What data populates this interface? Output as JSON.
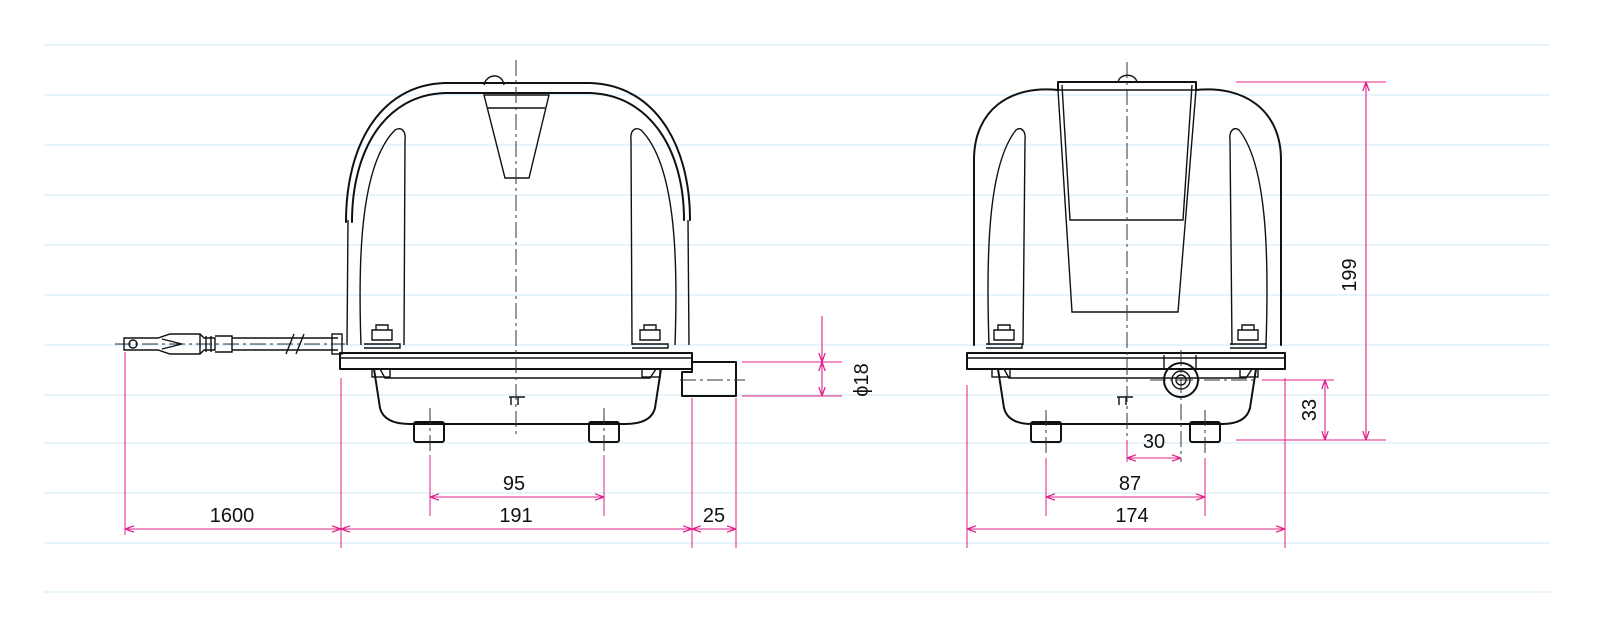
{
  "dimensions": {
    "cable_length": "1600",
    "body_width_side": "191",
    "foot_spacing_side": "95",
    "outlet_length": "25",
    "outlet_diameter": "ϕ18",
    "body_width_front": "174",
    "foot_spacing_front": "87",
    "outlet_offset": "30",
    "height": "199",
    "outlet_height": "33"
  },
  "colors": {
    "grid": "#cfe8f7",
    "dimension": "#e0218a",
    "outline": "#111111"
  }
}
